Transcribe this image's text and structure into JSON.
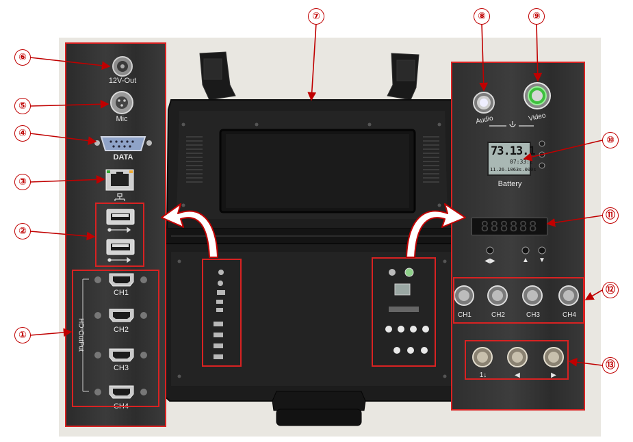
{
  "callouts": {
    "c1": "①",
    "c2": "②",
    "c3": "③",
    "c4": "④",
    "c5": "⑤",
    "c6": "⑥",
    "c7": "⑦",
    "c8": "⑧",
    "c9": "⑨",
    "c10": "⑩",
    "c11": "⑪",
    "c12": "⑫",
    "c13": "⑬"
  },
  "left_panel": {
    "out12v": "12V-Out",
    "mic": "Mic",
    "data": "DATA",
    "hd_output": "HD-OutPut",
    "ch1": "CH1",
    "ch2": "CH2",
    "ch3": "CH3",
    "ch4": "CH4"
  },
  "right_panel": {
    "audio": "Audio",
    "video": "Video",
    "battery": "Battery",
    "lcd_big": "73.13.1",
    "lcd_small1": "07:33:2",
    "lcd_small2": "11.26.1063s.000s",
    "segment": "888888",
    "ch1": "CH1",
    "ch2": "CH2",
    "ch3": "CH3",
    "ch4": "CH4",
    "nav_lr": "◀▶",
    "nav_up": "▲",
    "nav_down": "▼",
    "btn_a": "1↓",
    "btn_b": "◀",
    "btn_c": "▶"
  },
  "colors": {
    "callout": "#c00000",
    "frame": "#d92222",
    "panel": "#333333",
    "case": "#1c1c1c",
    "arrow": "#ffffff"
  }
}
